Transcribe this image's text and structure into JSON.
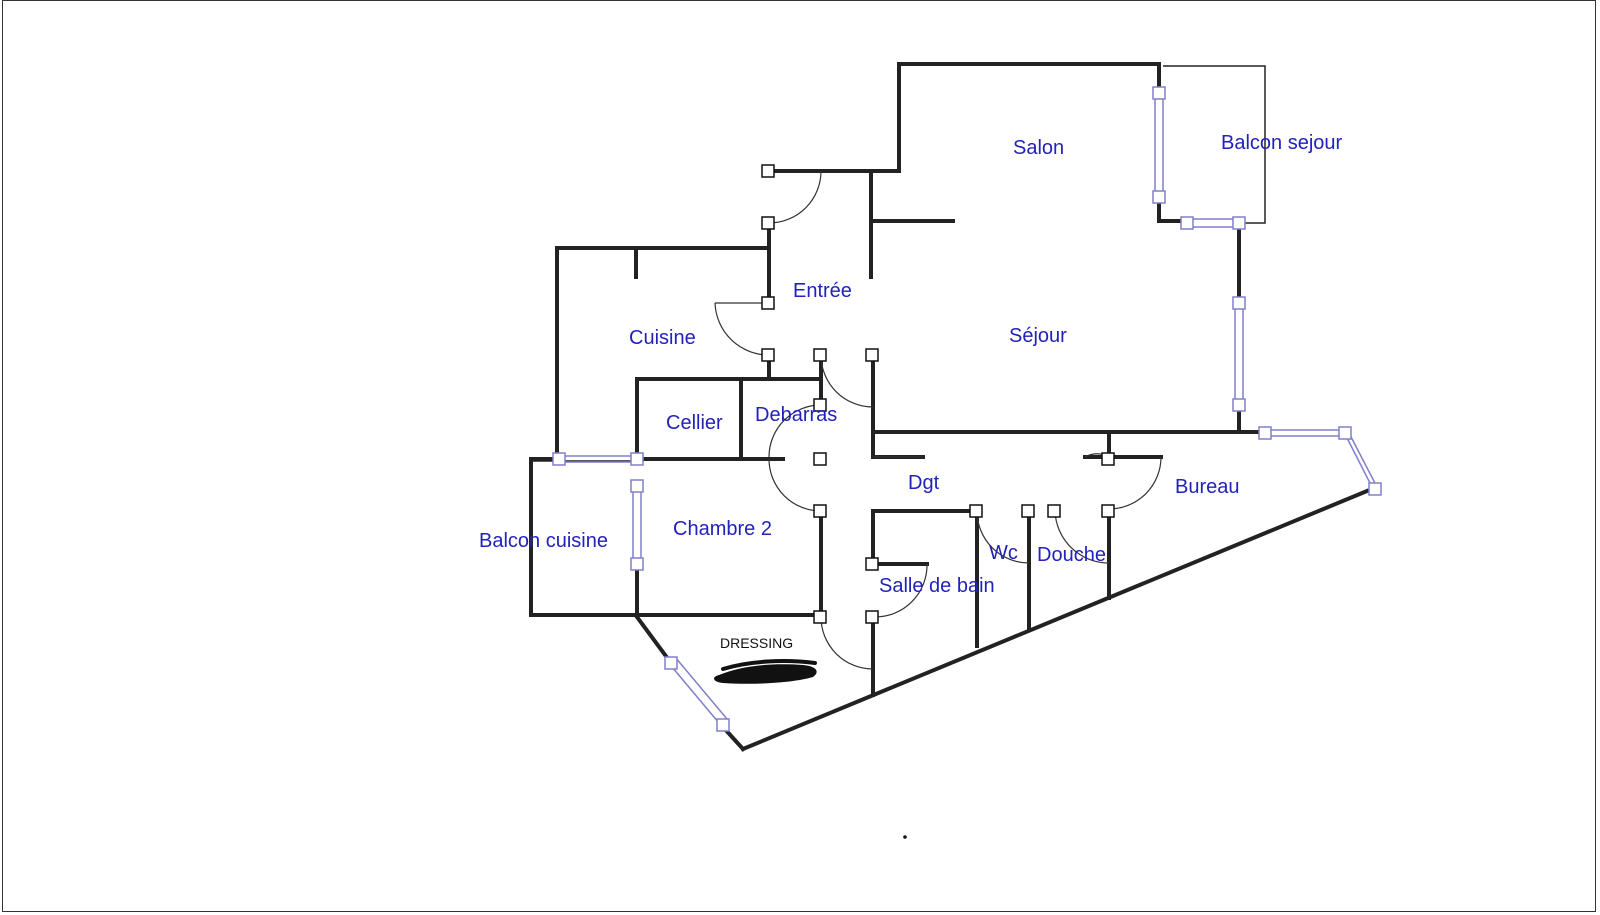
{
  "plan": {
    "colors": {
      "wall": "#222222",
      "label": "#2222bb",
      "window": "#8080c8",
      "handle_stroke": "#111111",
      "text_black": "#111111"
    },
    "rooms": {
      "salon": "Salon",
      "balcon_sejour": "Balcon sejour",
      "entree": "Entrée",
      "cuisine": "Cuisine",
      "sejour": "Séjour",
      "cellier": "Cellier",
      "debarras": "Debarras",
      "dgt": "Dgt",
      "bureau": "Bureau",
      "balcon_cuisine": "Balcon cuisine",
      "chambre_2": "Chambre 2",
      "wc": "Wc",
      "douche": "Douche",
      "salle_de_bain": "Salle de bain",
      "dressing": "DRESSING"
    },
    "redaction": "scribble-icon"
  }
}
